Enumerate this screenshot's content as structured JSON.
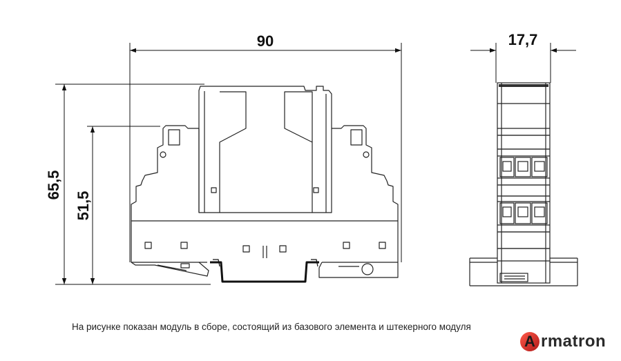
{
  "dimensions": {
    "width": "90",
    "side_width": "17,7",
    "total_height": "65,5",
    "base_height": "51,5"
  },
  "caption": "На рисунке показан модуль в сборе, состоящий из базового элемента и штекерного модуля",
  "logo": {
    "letter": "A",
    "rest": "rmatron",
    "accent_color": "#d42a2a",
    "text_color": "#2a2a2a"
  }
}
